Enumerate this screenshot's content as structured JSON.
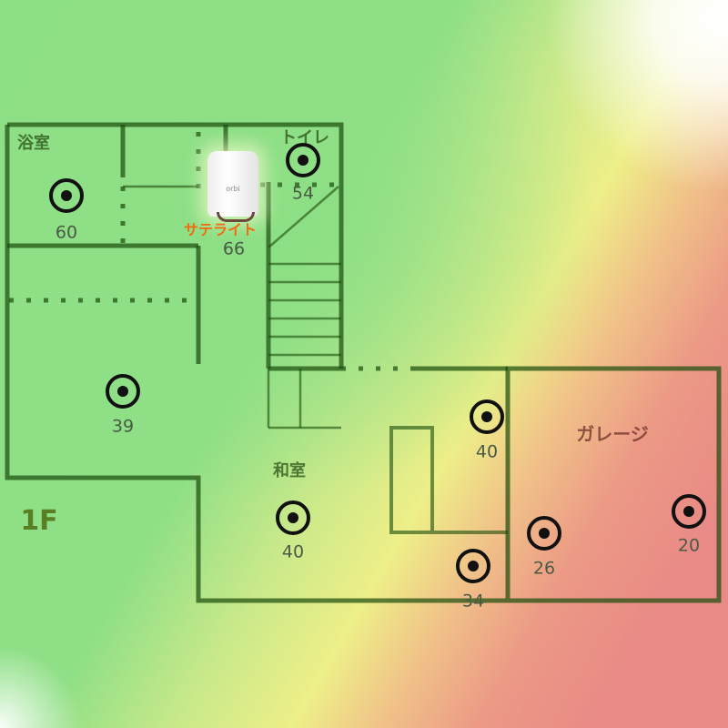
{
  "floor_label": "1F",
  "rooms": {
    "bath": "浴室",
    "toilet": "トイレ",
    "washitsu": "和室",
    "garage": "ガレージ"
  },
  "router": {
    "label": "サテライト",
    "brand": "orbi"
  },
  "measurements": [
    "60",
    "54",
    "66",
    "39",
    "40",
    "40",
    "34",
    "26",
    "20"
  ],
  "colors": {
    "strong": "#8ddf86",
    "medium": "#eeef88",
    "weak": "#e98a86"
  }
}
